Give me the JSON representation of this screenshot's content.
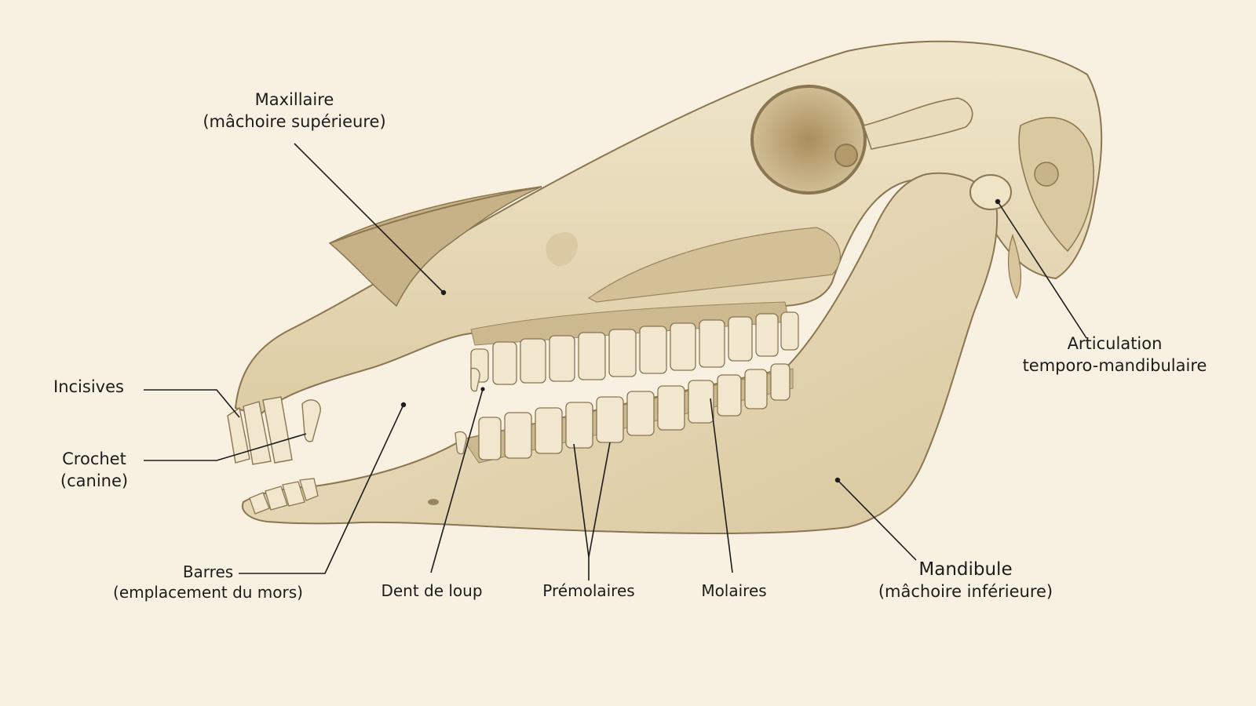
{
  "diagram": {
    "labels": {
      "maxillaire": {
        "line1": "Maxillaire",
        "line2": "(mâchoire supérieure)"
      },
      "incisives": {
        "line1": "Incisives"
      },
      "crochet": {
        "line1": "Crochet",
        "line2": "(canine)"
      },
      "barres": {
        "line1": "Barres",
        "line2": "(emplacement du mors)"
      },
      "dent_de_loup": {
        "line1": "Dent de loup"
      },
      "premolaires": {
        "line1": "Prémolaires"
      },
      "molaires": {
        "line1": "Molaires"
      },
      "mandibule": {
        "line1": "Mandibule",
        "line2": "(mâchoire inférieure)"
      },
      "articulation": {
        "line1": "Articulation",
        "line2": "temporo-mandibulaire"
      }
    },
    "colors": {
      "background": "#f8f1e1",
      "bone": "#e9dcbc",
      "bone_shadow": "#c9b68c",
      "outline": "#8a7650",
      "tooth": "#f1e7cf",
      "leader": "#1c1c1c"
    }
  }
}
